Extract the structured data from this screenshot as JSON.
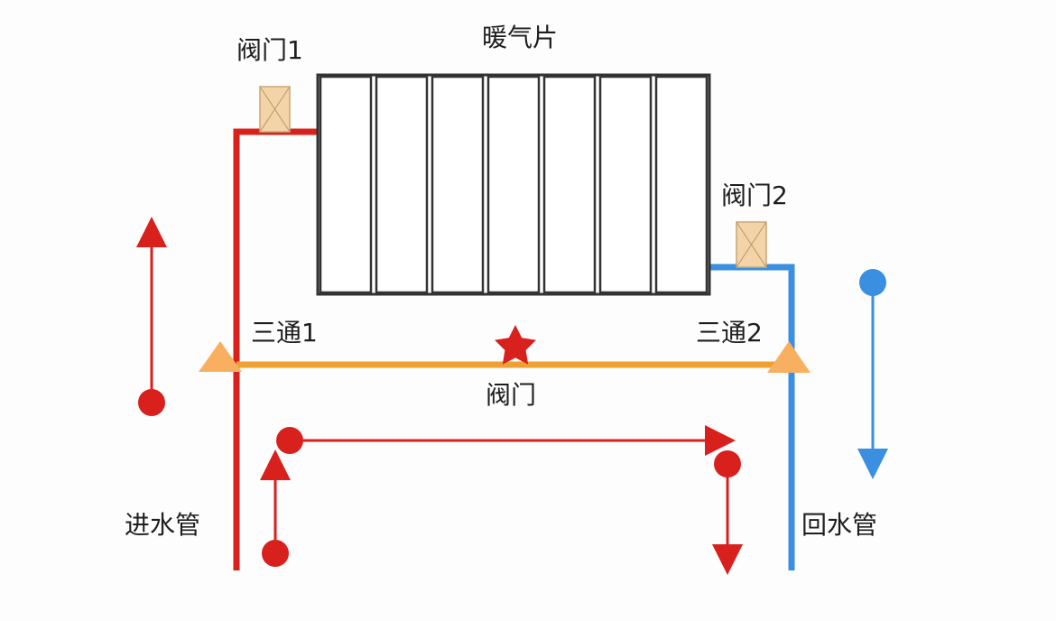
{
  "labels": {
    "radiator": "暖气片",
    "valve1": "阀门1",
    "valve2": "阀门2",
    "tee1": "三通1",
    "tee2": "三通2",
    "bypass_valve": "阀门",
    "supply_pipe": "进水管",
    "return_pipe": "回水管"
  },
  "colors": {
    "supply": "#d8201c",
    "return": "#3a8fe0",
    "bypass": "#f0a030",
    "tee_marker": "#f8b060",
    "valve_fill": "#f3d3a8",
    "radiator_stroke": "#333333",
    "star": "#d8201c"
  },
  "radiator": {
    "fin_count": 7
  }
}
